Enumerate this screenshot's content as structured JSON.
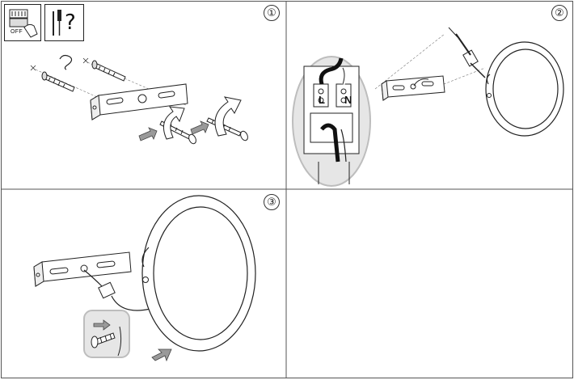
{
  "steps": [
    {
      "number": "①"
    },
    {
      "number": "②"
    },
    {
      "number": "③"
    }
  ],
  "icons": {
    "power_off": {
      "label": "OFF",
      "icon": "circuit-breaker-off-icon"
    },
    "tools": {
      "label": "?",
      "icon": "screwdriver-question-icon"
    }
  },
  "terminal_block": {
    "live_label": "L",
    "neutral_label": "N"
  },
  "colors": {
    "line": "#1a1a1a",
    "arrow_fill": "#9a9a9a",
    "inset_fill": "#e6e6e6",
    "inset_border": "#bdbdbd",
    "panel_border": "#555555"
  }
}
